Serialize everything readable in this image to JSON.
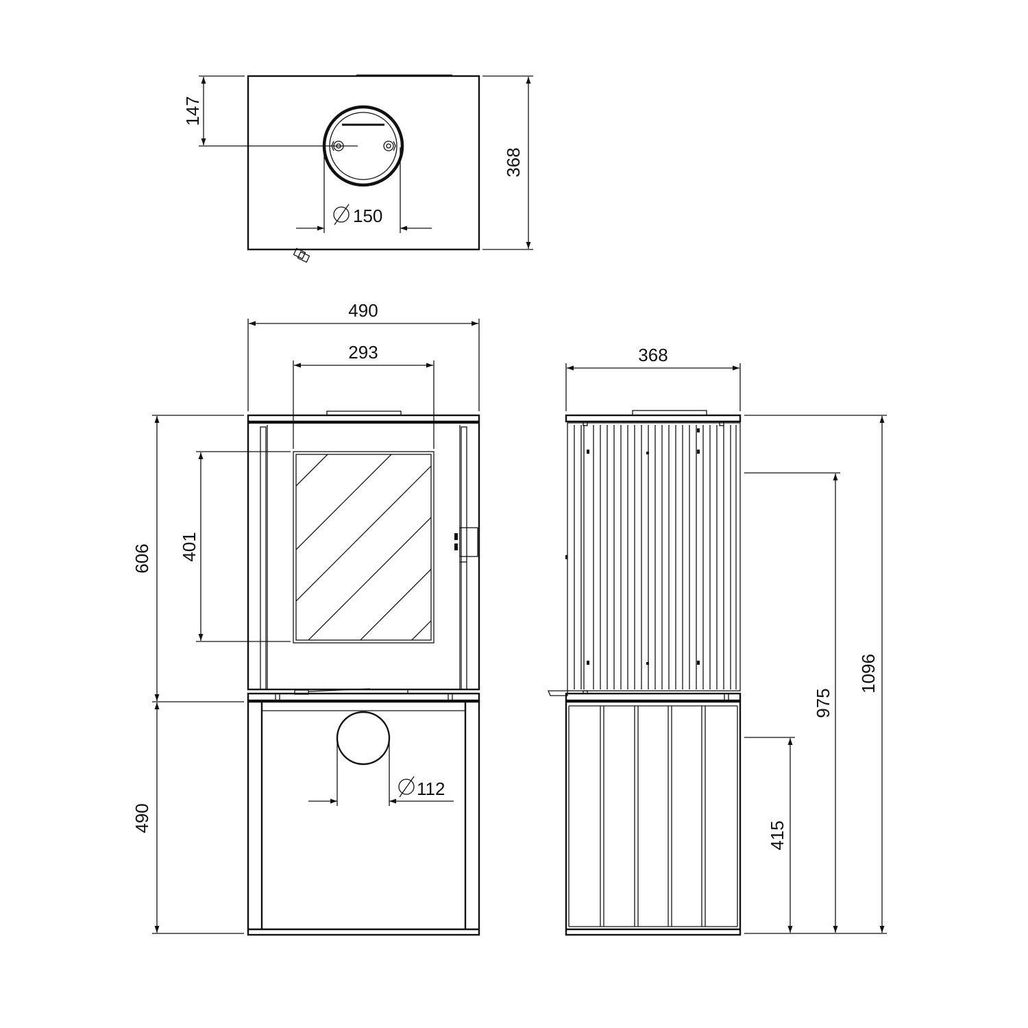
{
  "colors": {
    "stroke": "#111111",
    "background": "#ffffff"
  },
  "top_view": {
    "depth_label": "368",
    "flue_offset_label": "147",
    "flue_diameter_label": "150"
  },
  "front_view": {
    "width_label": "490",
    "glass_width_label": "293",
    "glass_height_label": "401",
    "stove_height_label": "606",
    "base_height_label": "490",
    "air_inlet_diameter_label": "112"
  },
  "side_view": {
    "depth_label": "368",
    "total_height_label": "1096",
    "flue_height_label": "975",
    "air_inlet_height_label": "415"
  }
}
